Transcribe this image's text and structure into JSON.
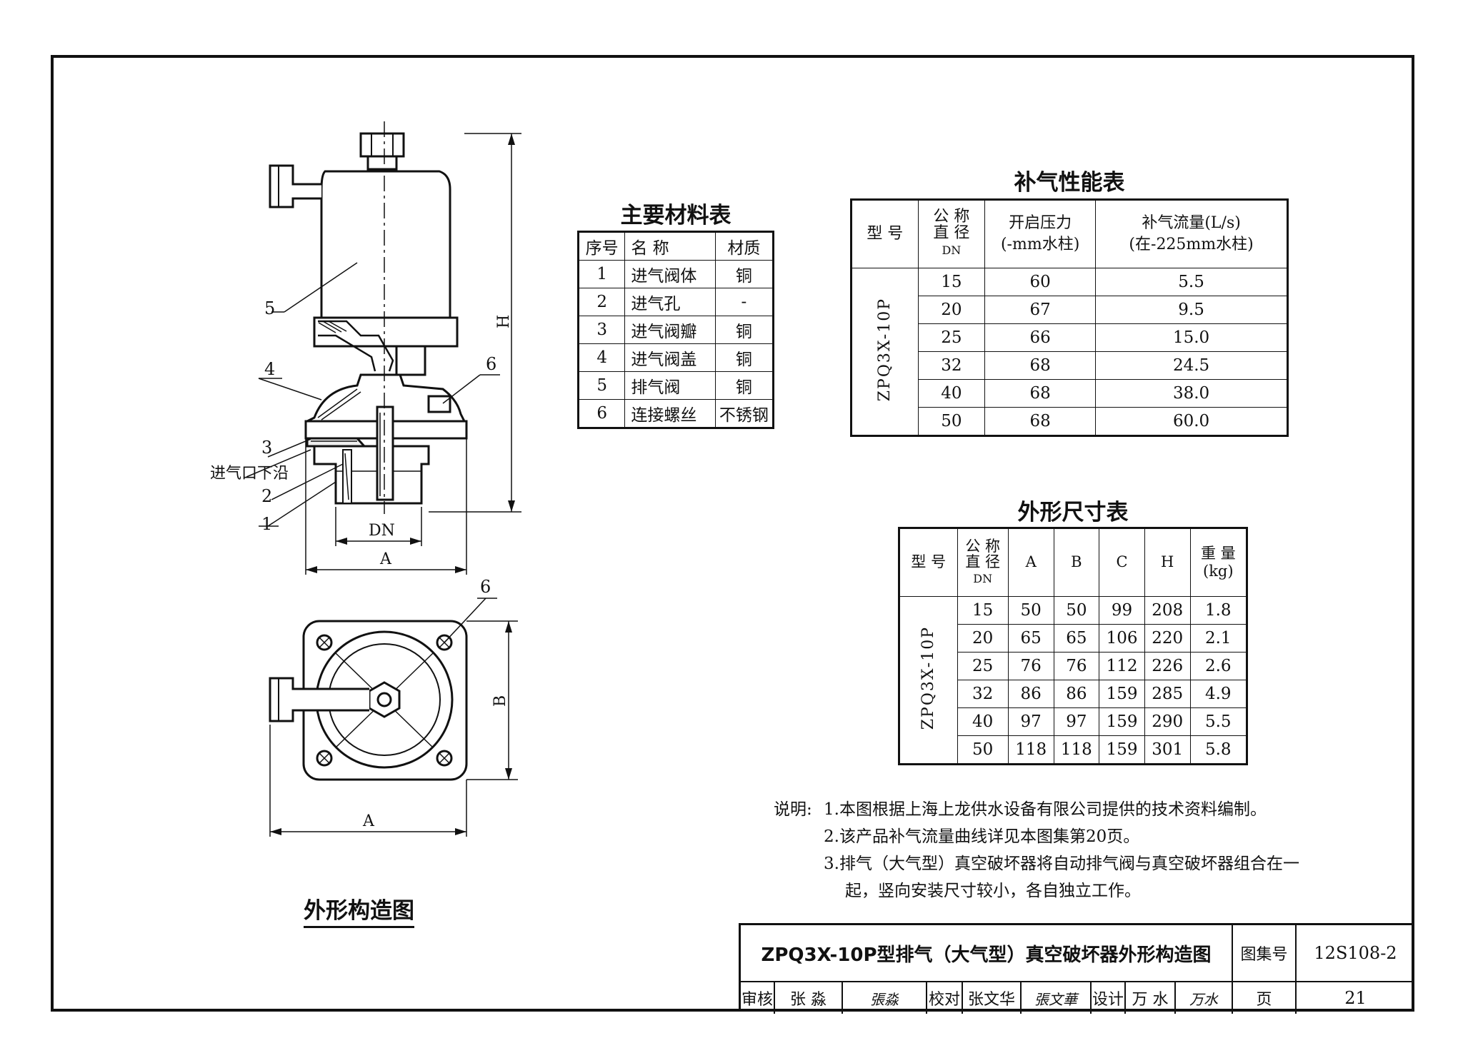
{
  "drawing": {
    "callouts": [
      "1",
      "2",
      "3",
      "4",
      "5",
      "6"
    ],
    "callout_plan_view": "6",
    "inlet_edge_label": "进气口下沿",
    "dim_dn": "DN",
    "dim_a": "A",
    "dim_h": "H",
    "dim_b": "B",
    "caption": "外形构造图"
  },
  "materials": {
    "title": "主要材料表",
    "headers": [
      "序号",
      "名  称",
      "材质"
    ],
    "rows": [
      [
        "1",
        "进气阀体",
        "铜"
      ],
      [
        "2",
        "进气孔",
        "-"
      ],
      [
        "3",
        "进气阀瓣",
        "铜"
      ],
      [
        "4",
        "进气阀盖",
        "铜"
      ],
      [
        "5",
        "排气阀",
        "铜"
      ],
      [
        "6",
        "连接螺丝",
        "不锈钢"
      ]
    ]
  },
  "performance": {
    "title": "补气性能表",
    "h_model": "型 号",
    "h_dn_top": "公 称",
    "h_dn_mid": "直 径",
    "h_dn_bot": "DN",
    "h_pressure": "开启压力",
    "h_pressure_unit": "(-mm水柱)",
    "h_flow": "补气流量(L/s)",
    "h_flow_unit": "(在-225mm水柱)",
    "model": "ZPQ3X-10P",
    "rows": [
      [
        "15",
        "60",
        "5.5"
      ],
      [
        "20",
        "67",
        "9.5"
      ],
      [
        "25",
        "66",
        "15.0"
      ],
      [
        "32",
        "68",
        "24.5"
      ],
      [
        "40",
        "68",
        "38.0"
      ],
      [
        "50",
        "68",
        "60.0"
      ]
    ]
  },
  "dimensions": {
    "title": "外形尺寸表",
    "h_model": "型 号",
    "h_dn_top": "公 称",
    "h_dn_mid": "直 径",
    "h_dn_bot": "DN",
    "h_a": "A",
    "h_b": "B",
    "h_c": "C",
    "h_h": "H",
    "h_w_top": "重 量",
    "h_w_bot": "(kg)",
    "model": "ZPQ3X-10P",
    "rows": [
      [
        "15",
        "50",
        "50",
        "99",
        "208",
        "1.8"
      ],
      [
        "20",
        "65",
        "65",
        "106",
        "220",
        "2.1"
      ],
      [
        "25",
        "76",
        "76",
        "112",
        "226",
        "2.6"
      ],
      [
        "32",
        "86",
        "86",
        "159",
        "285",
        "4.9"
      ],
      [
        "40",
        "97",
        "97",
        "159",
        "290",
        "5.5"
      ],
      [
        "50",
        "118",
        "118",
        "159",
        "301",
        "5.8"
      ]
    ]
  },
  "notes": {
    "label": "说明:",
    "lines": [
      "1.本图根据上海上龙供水设备有限公司提供的技术资料编制。",
      "2.该产品补气流量曲线详见本图集第20页。",
      "3.排气（大气型）真空破坏器将自动排气阀与真空破坏器组合在一",
      "起，竖向安装尺寸较小，各自独立工作。"
    ]
  },
  "title_block": {
    "title": "ZPQ3X-10P型排气（大气型）真空破坏器外形构造图",
    "atlas_label": "图集号",
    "atlas_value": "12S108-2",
    "page_label": "页",
    "page_value": "21",
    "review_label": "审核",
    "review_name": "张 淼",
    "review_sign": "張淼",
    "check_label": "校对",
    "check_name": "张文华",
    "check_sign": "張文華",
    "design_label": "设计",
    "design_name": "万 水",
    "design_sign": "万水"
  }
}
